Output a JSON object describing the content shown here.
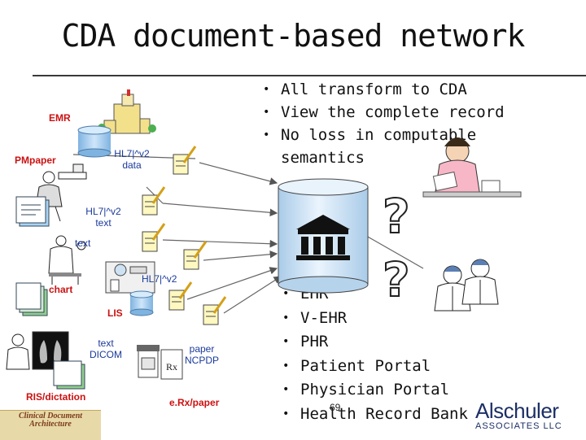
{
  "title": "CDA document-based network",
  "top_bullets": [
    "All transform to CDA",
    "View the complete record",
    "No loss in computable semantics"
  ],
  "bottom_bullets": [
    "EHR",
    "V-EHR",
    "PHR",
    "Patient Portal",
    "Physician Portal",
    "Health Record Bank"
  ],
  "labels": {
    "emr": "EMR",
    "pm_paper": "PMpaper",
    "hl7_data": "HL7|^v2 data",
    "hl7_text": "HL7|^v2 text",
    "text": "text",
    "hl7_v2": "HL7|^v2",
    "chart": "chart",
    "lis": "LIS",
    "text_dicom": "text DICOM",
    "paper_ncpdp": "paper NCPDP",
    "ris_dictation": "RIS/dictation",
    "erx_paper": "e.Rx/paper"
  },
  "page_number": "69",
  "logo": {
    "name": "Alschuler",
    "sub": "ASSOCIATES LLC"
  },
  "corner_logo": "Clinical Document Architecture",
  "colors": {
    "accent_red": "#cc1111",
    "cylinder": "#9ec8ee"
  }
}
